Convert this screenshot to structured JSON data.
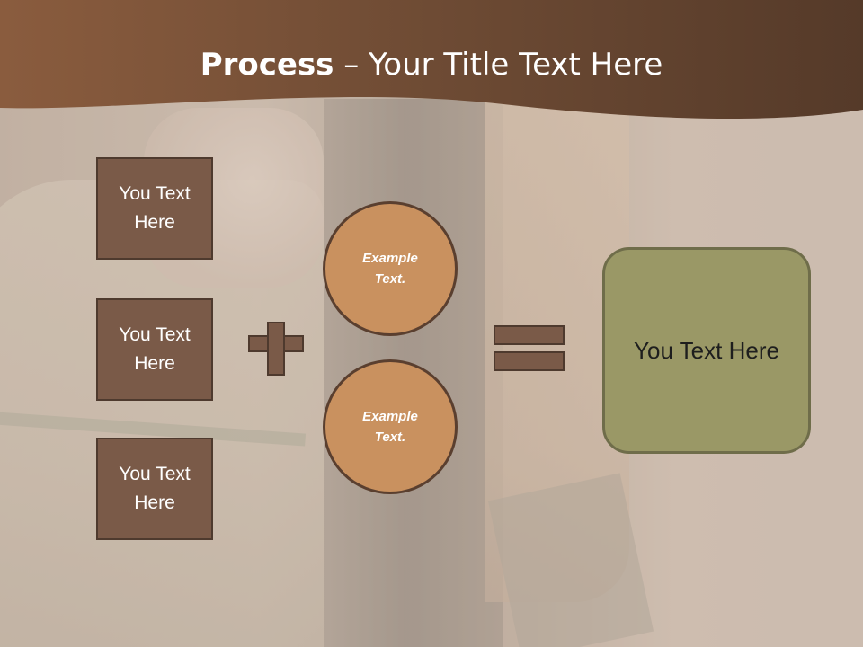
{
  "slide": {
    "title_bold": "Process",
    "title_rest": " – Your Title Text Here",
    "left_boxes": [
      {
        "label": "You Text Here"
      },
      {
        "label": "You Text Here"
      },
      {
        "label": "You Text Here"
      }
    ],
    "circles": [
      {
        "label": "Example Text."
      },
      {
        "label": "Example Text."
      }
    ],
    "result_label": "You Text Here",
    "operators": {
      "plus": "plus-icon",
      "equals": "equals-icon"
    }
  },
  "colors": {
    "header": "#7a543a",
    "box": "#7a5a48",
    "circle": "#c9915f",
    "result": "#9a9866"
  }
}
